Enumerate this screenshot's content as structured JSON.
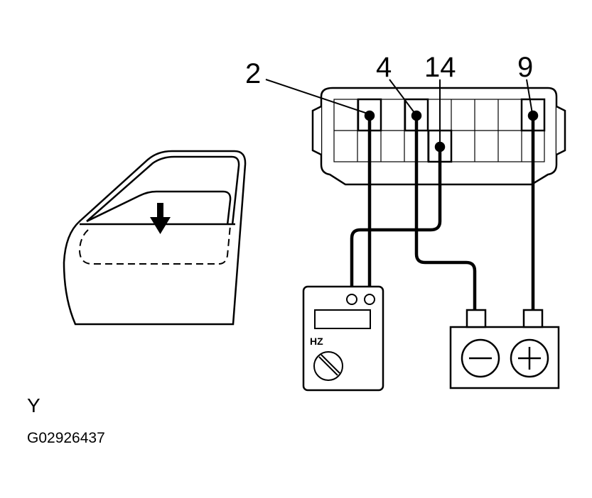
{
  "connector": {
    "pins": [
      {
        "label": "2"
      },
      {
        "label": "4"
      },
      {
        "label": "14"
      },
      {
        "label": "9"
      }
    ]
  },
  "meter": {
    "mode_label": "HZ"
  },
  "battery": {
    "negative_symbol": "minus",
    "positive_symbol": "plus"
  },
  "door": {
    "arrow_direction": "down"
  },
  "view_label": "Y",
  "figure_id": "G02926437"
}
